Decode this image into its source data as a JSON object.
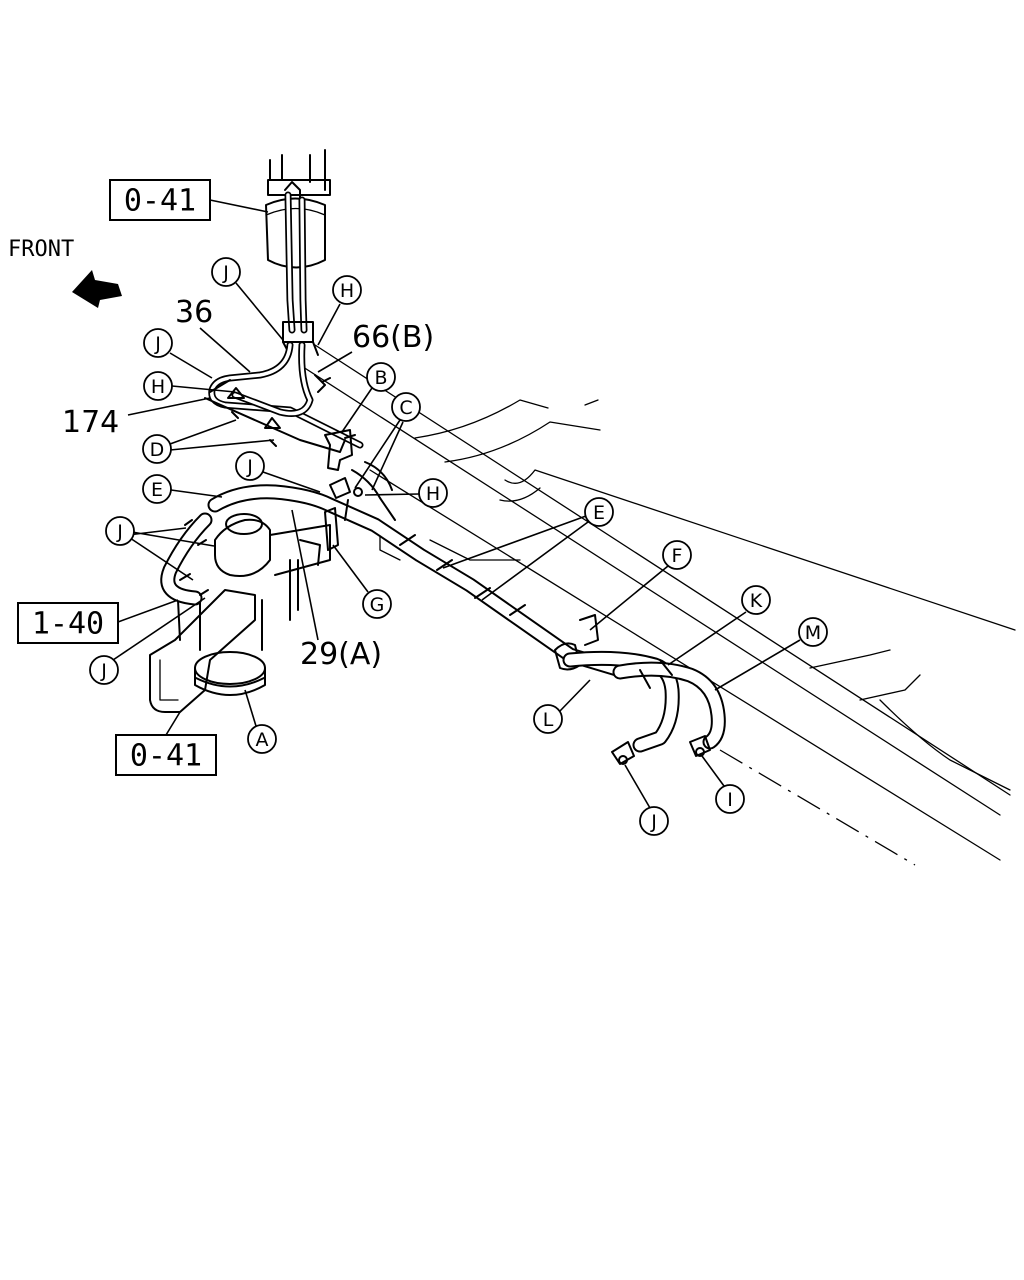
{
  "front_label": "FRONT",
  "ref_boxes": {
    "top": "0-41",
    "left": "1-40",
    "bottom": "0-41"
  },
  "part_numbers": {
    "p36": "36",
    "p66b": "66(B)",
    "p174": "174",
    "p29a": "29(A)"
  },
  "bubbles": {
    "j_top": "J",
    "h_top": "H",
    "j_left": "J",
    "h_left": "H",
    "b": "B",
    "c": "C",
    "d": "D",
    "j_mid": "J",
    "h_mid": "H",
    "e_left": "E",
    "j_cluster": "J",
    "g": "G",
    "j_lower": "J",
    "a": "A",
    "e_right": "E",
    "f": "F",
    "k": "K",
    "m": "M",
    "l": "L",
    "j_bottom": "J",
    "i": "I"
  }
}
